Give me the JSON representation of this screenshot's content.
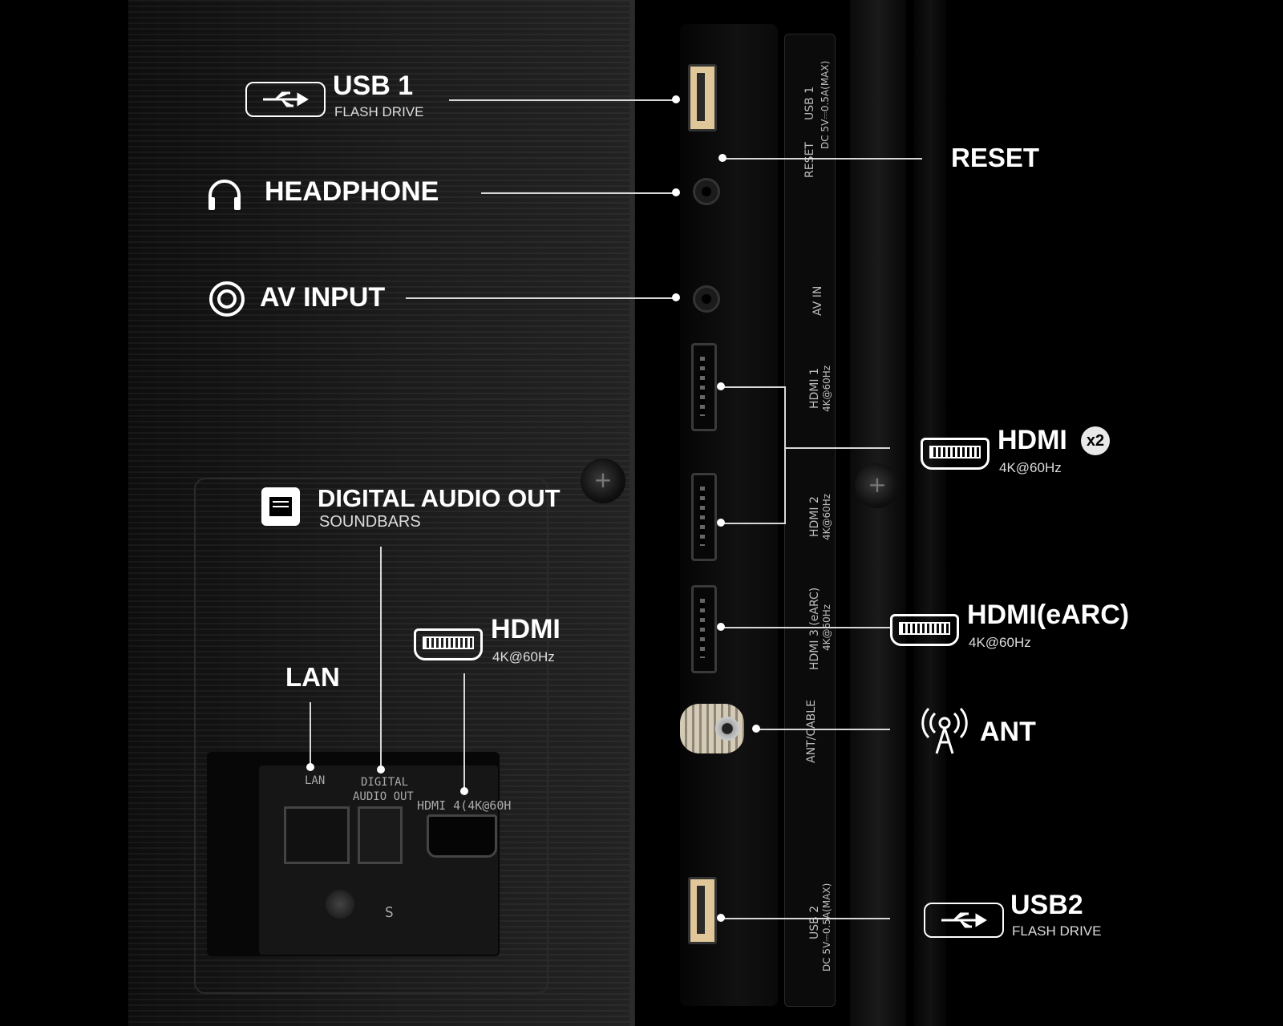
{
  "callouts": {
    "usb1": {
      "title": "USB 1",
      "subtitle": "FLASH DRIVE",
      "icon": "usb-icon"
    },
    "headphone": {
      "title": "HEADPHONE",
      "icon": "headphone-icon"
    },
    "av_input": {
      "title": "AV INPUT",
      "icon": "av-input-icon"
    },
    "reset": {
      "title": "RESET"
    },
    "hdmi_x2": {
      "title": "HDMI",
      "badge": "x2",
      "subtitle": "4K@60Hz",
      "icon": "hdmi-icon"
    },
    "hdmi_earc": {
      "title": "HDMI(eARC)",
      "subtitle": "4K@60Hz",
      "icon": "hdmi-icon"
    },
    "ant": {
      "title": "ANT",
      "icon": "antenna-icon"
    },
    "usb2": {
      "title": "USB2",
      "subtitle": "FLASH DRIVE",
      "icon": "usb-icon"
    },
    "digital_audio": {
      "title": "DIGITAL AUDIO OUT",
      "subtitle": "SOUNDBARS",
      "icon": "optical-audio-icon"
    },
    "hdmi_lower": {
      "title": "HDMI",
      "subtitle": "4K@60Hz",
      "icon": "hdmi-icon"
    },
    "lan": {
      "title": "LAN"
    }
  },
  "panel_print": {
    "usb1": "USB 1",
    "usb1_power": "DC 5V⎓0.5A(MAX)",
    "reset": "RESET",
    "av_in": "AV IN",
    "hdmi1": "HDMI 1",
    "hdmi1_spec": "4K@60Hz",
    "hdmi2": "HDMI 2",
    "hdmi2_spec": "4K@60Hz",
    "hdmi3": "HDMI 3 (eARC)",
    "hdmi3_spec": "4K@60Hz",
    "ant_cable": "ANT/CABLE",
    "usb2": "USB 2",
    "usb2_power": "DC 5V⎓0.5A(MAX)",
    "lan": "LAN",
    "digital_audio_out_1": "DIGITAL",
    "digital_audio_out_2": "AUDIO OUT",
    "hdmi4": "HDMI 4(4K@60H",
    "screw_mark": "S"
  }
}
